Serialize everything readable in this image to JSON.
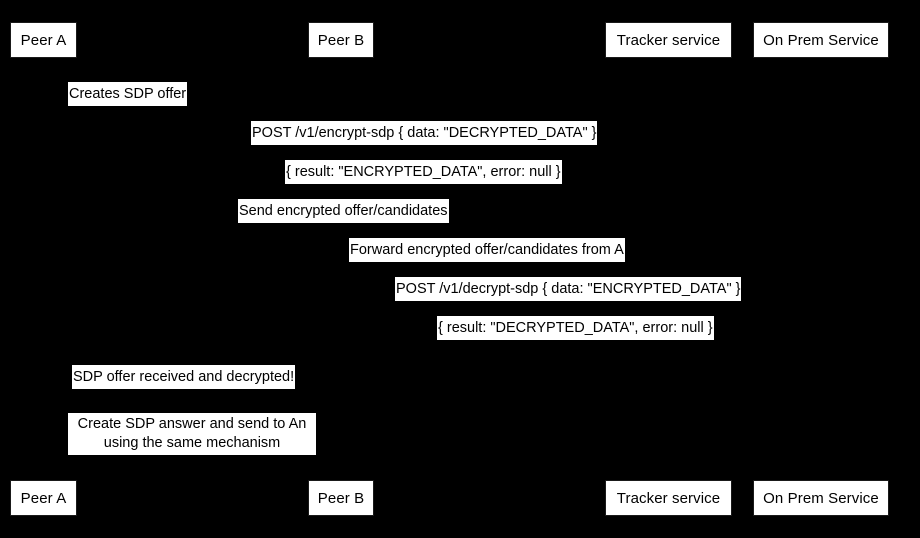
{
  "diagram": {
    "type": "sequence-diagram",
    "background_color": "#000000",
    "label_background_color": "#ffffff",
    "text_color": "#000000",
    "participants_top": [
      {
        "name": "peer-a",
        "label": "Peer A"
      },
      {
        "name": "peer-b",
        "label": "Peer B"
      },
      {
        "name": "tracker-service",
        "label": "Tracker service"
      },
      {
        "name": "on-prem-service",
        "label": "On Prem Service"
      }
    ],
    "participants_bottom": [
      {
        "name": "peer-a",
        "label": "Peer A"
      },
      {
        "name": "peer-b",
        "label": "Peer B"
      },
      {
        "name": "tracker-service",
        "label": "Tracker service"
      },
      {
        "name": "on-prem-service",
        "label": "On Prem Service"
      }
    ],
    "messages": [
      {
        "name": "creates-sdp-offer",
        "label": "Creates SDP offer"
      },
      {
        "name": "post-encrypt-sdp",
        "label": "POST /v1/encrypt-sdp { data: \"DECRYPTED_DATA\" }"
      },
      {
        "name": "encrypt-sdp-result",
        "label": "{ result: \"ENCRYPTED_DATA\", error: null }"
      },
      {
        "name": "send-encrypted-offer",
        "label": "Send encrypted offer/candidates"
      },
      {
        "name": "forward-encrypted-offer",
        "label": "Forward encrypted offer/candidates from A"
      },
      {
        "name": "post-decrypt-sdp",
        "label": "POST /v1/decrypt-sdp { data: \"ENCRYPTED_DATA\" }"
      },
      {
        "name": "decrypt-sdp-result",
        "label": "{ result: \"DECRYPTED_DATA\", error: null }"
      },
      {
        "name": "sdp-offer-received",
        "label": "SDP offer received and decrypted!"
      },
      {
        "name": "create-sdp-answer",
        "label": "Create SDP answer and send to An\nusing the same mechanism"
      }
    ]
  }
}
